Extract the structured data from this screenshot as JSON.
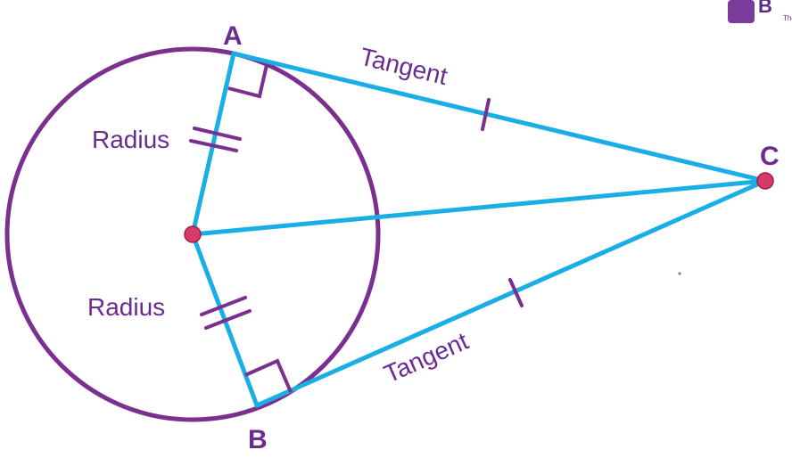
{
  "points": {
    "a": "A",
    "b": "B",
    "c": "C"
  },
  "labels": {
    "radius_top": "Radius",
    "radius_bottom": "Radius",
    "tangent_top": "Tangent",
    "tangent_bottom": "Tangent"
  },
  "logo": {
    "letter": "B",
    "tagline": "The L"
  },
  "colors": {
    "circle": "#7b2f8e",
    "segments": "#1aaee6",
    "text": "#6a2c91",
    "point": "#d63a6a"
  }
}
